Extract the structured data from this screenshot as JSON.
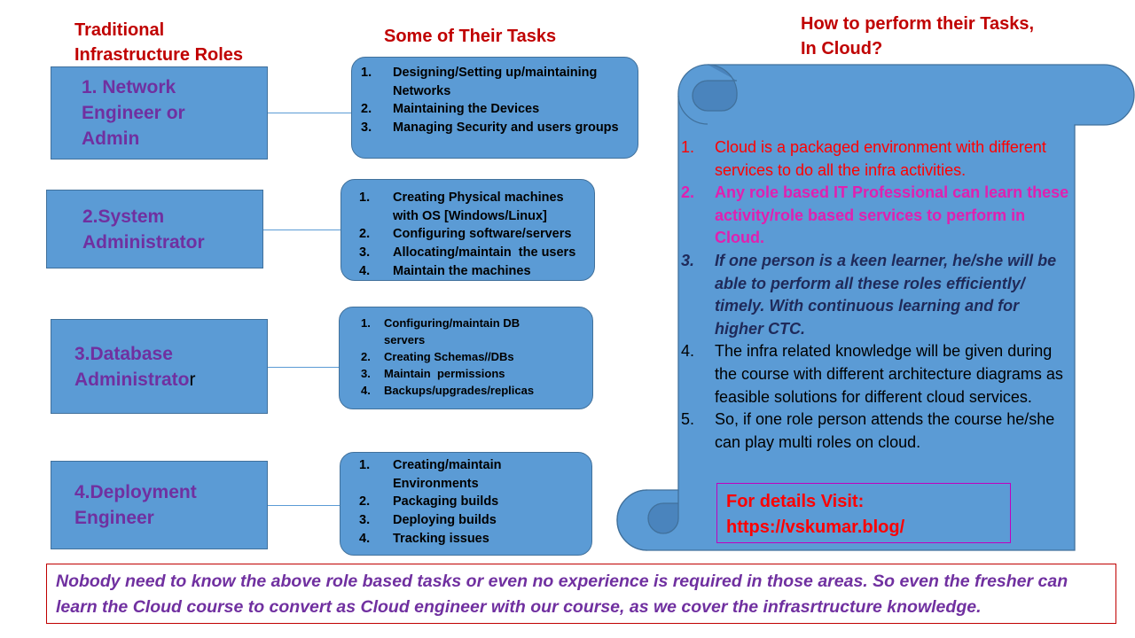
{
  "headers": {
    "roles": "Traditional\nInfrastructure Roles",
    "tasks": "Some of Their Tasks",
    "cloud": "How to perform their Tasks,\nIn Cloud?"
  },
  "roles": [
    {
      "label": "1. Network\nEngineer or\nAdmin"
    },
    {
      "label": "2.System\nAdministrator"
    },
    {
      "label": "3.Database\nAdministrato",
      "label_tail": "r"
    },
    {
      "label": "4.Deployment\nEngineer"
    }
  ],
  "task_groups": [
    {
      "items": [
        {
          "n": "1.",
          "text": "Designing/Setting up/maintaining\nNetworks"
        },
        {
          "n": "2.",
          "text": "Maintaining the Devices"
        },
        {
          "n": "3.",
          "text": "Managing Security and users groups"
        }
      ]
    },
    {
      "items": [
        {
          "n": "1.",
          "text": "Creating Physical machines\nwith OS [Windows/Linux]"
        },
        {
          "n": "2.",
          "text": "Configuring software/servers"
        },
        {
          "n": "3.",
          "text": "Allocating/maintain  the users"
        },
        {
          "n": "4.",
          "text": "Maintain the machines"
        }
      ]
    },
    {
      "items": [
        {
          "n": "1.",
          "text": "Configuring/maintain DB\nservers"
        },
        {
          "n": "2.",
          "text": "Creating Schemas//DBs"
        },
        {
          "n": "3.",
          "text": "Maintain  permissions"
        },
        {
          "n": "4.",
          "text": "Backups/upgrades/replicas"
        }
      ]
    },
    {
      "items": [
        {
          "n": "1.",
          "text": "Creating/maintain\nEnvironments"
        },
        {
          "n": "2.",
          "text": "Packaging builds"
        },
        {
          "n": "3.",
          "text": "Deploying builds"
        },
        {
          "n": "4.",
          "text": "Tracking issues"
        }
      ]
    }
  ],
  "cloud_points": [
    {
      "n": "1.",
      "text": "Cloud is a packaged environment with different services to do all the infra activities.",
      "color": "#ff0000",
      "style": "normal"
    },
    {
      "n": "2.",
      "text": "Any role based IT Professional can learn these activity/role based services to perform in Cloud.",
      "color": "#e020b0",
      "style": "bold"
    },
    {
      "n": "3.",
      "text": "If one person is a keen learner, he/she will be able to perform all these roles efficiently/ timely. With continuous learning and for higher CTC.",
      "color": "#1f2a5a",
      "style": "italic-bold"
    },
    {
      "n": "4.",
      "text": "The infra related knowledge will be given during the course with different architecture diagrams as feasible solutions for different cloud services.",
      "color": "#000000",
      "style": "normal"
    },
    {
      "n": "5.",
      "text": "So, if one role person attends the course he/she can play multi roles on cloud.",
      "color": "#000000",
      "style": "normal"
    }
  ],
  "details": {
    "line1": "For details Visit:",
    "line2": "https://vskumar.blog/"
  },
  "footer": "Nobody need to know the above role based tasks or even no experience is required in those areas. So even the fresher can learn the Cloud course to convert as Cloud engineer with our course, as we cover the infrasrtructure knowledge.",
  "colors": {
    "box_fill": "#5b9bd5",
    "box_border": "#41719c",
    "role_text": "#7030a0",
    "header_text": "#c00000"
  }
}
